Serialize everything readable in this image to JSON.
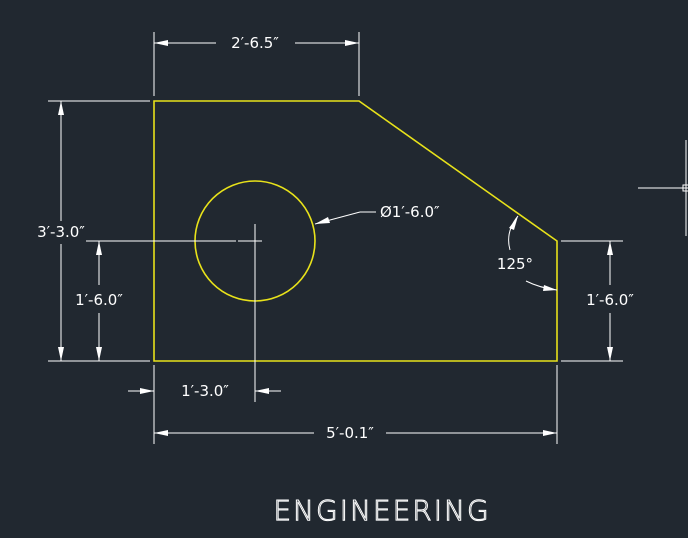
{
  "colors": {
    "background": "#212830",
    "part_outline": "#e8e21a",
    "dimension": "#ffffff"
  },
  "dimensions": {
    "top_width": "2′-6.5″",
    "total_height": "3′-3.0″",
    "hole_center_height": "1′-6.0″",
    "hole_center_offset": "1′-3.0″",
    "total_width": "5′-0.1″",
    "right_height": "1′-6.0″",
    "hole_diameter": "Ø1′-6.0″",
    "angle": "125°"
  },
  "title": "ENGINEERING"
}
